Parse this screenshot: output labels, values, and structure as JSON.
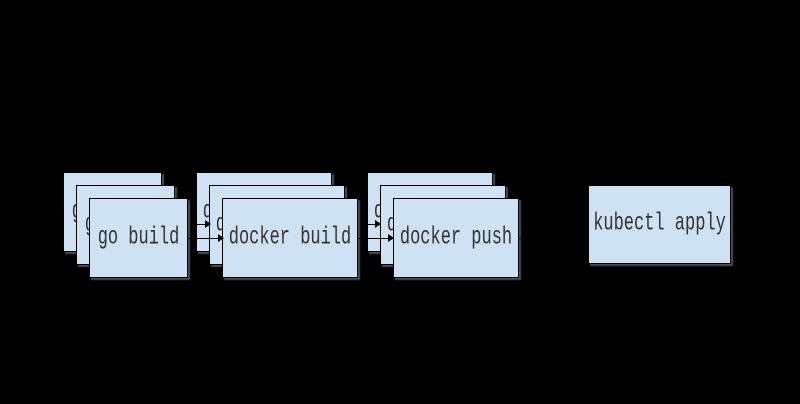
{
  "diagram": {
    "colors": {
      "background": "#000000",
      "box_fill": "#cfe2f3",
      "box_border": "#000000",
      "text": "#333333",
      "arrow": "#000000"
    },
    "stages": [
      {
        "label": "go build",
        "stacked": true,
        "copies": 3
      },
      {
        "label": "docker build",
        "stacked": true,
        "copies": 3
      },
      {
        "label": "docker push",
        "stacked": true,
        "copies": 3
      },
      {
        "label": "kubectl apply",
        "stacked": false,
        "copies": 1
      }
    ],
    "connections": [
      {
        "from": "go build",
        "to": "docker build"
      },
      {
        "from": "docker build",
        "to": "docker push"
      },
      {
        "from": "docker push",
        "to": "kubectl apply"
      }
    ]
  }
}
